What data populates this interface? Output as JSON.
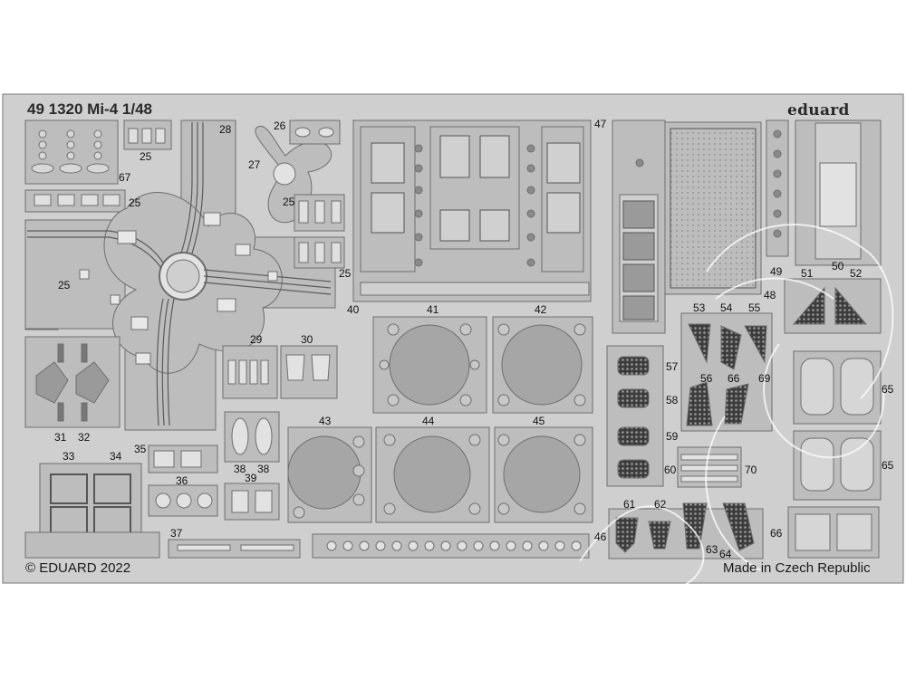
{
  "sheet": {
    "title": "49 1320 Mi-4 1/48",
    "brand": "eduard",
    "copyright": "© EDUARD 2022",
    "origin": "Made in Czech Republic"
  },
  "colors": {
    "fret": "#cfcfcf",
    "part": "#bdbdbd",
    "edge": "#7a7a7a",
    "dark": "#4a4a4a",
    "watermark": "#ffffff"
  },
  "part_numbers": [
    "25",
    "25",
    "25",
    "25",
    "25",
    "26",
    "27",
    "28",
    "29",
    "30",
    "31",
    "32",
    "33",
    "34",
    "35",
    "36",
    "37",
    "38",
    "38",
    "39",
    "40",
    "41",
    "42",
    "43",
    "44",
    "45",
    "46",
    "47",
    "48",
    "49",
    "50",
    "51",
    "52",
    "53",
    "54",
    "55",
    "56",
    "57",
    "58",
    "59",
    "60",
    "61",
    "62",
    "63",
    "64",
    "65",
    "65",
    "66",
    "66",
    "67",
    "69",
    "70"
  ]
}
